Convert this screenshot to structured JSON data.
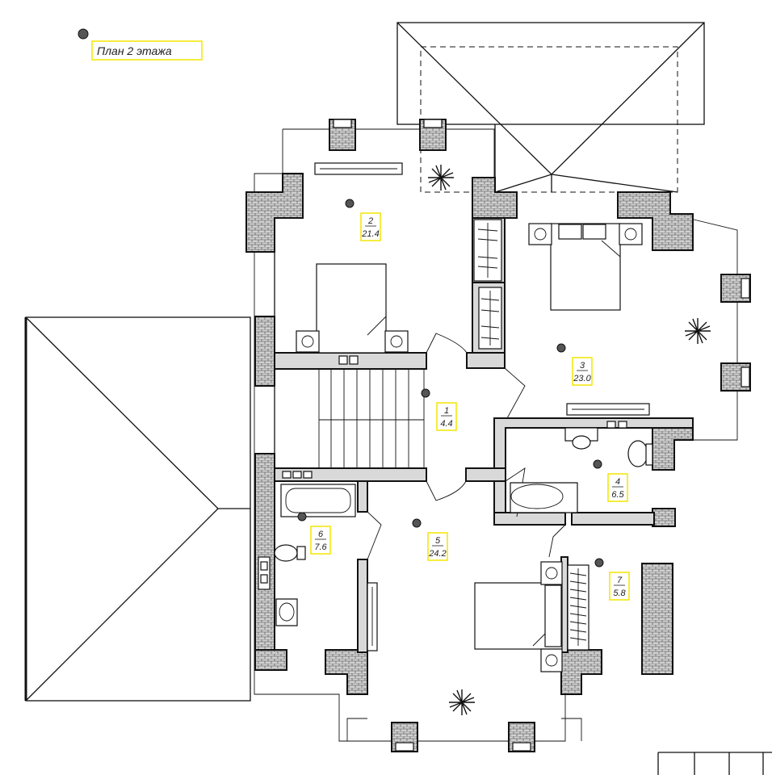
{
  "title": "План 2 этажа",
  "rooms": [
    {
      "id": "2",
      "number": "2",
      "area": "21.4"
    },
    {
      "id": "3",
      "number": "3",
      "area": "23.0"
    },
    {
      "id": "1",
      "number": "1",
      "area": "4.4"
    },
    {
      "id": "4",
      "number": "4",
      "area": "6.5"
    },
    {
      "id": "5",
      "number": "5",
      "area": "24.2"
    },
    {
      "id": "6",
      "number": "6",
      "area": "7.6"
    },
    {
      "id": "7",
      "number": "7",
      "area": "5.8"
    }
  ],
  "colors": {
    "line": "#111111",
    "wall_fill": "#d9d9d9",
    "label_border": "#f4e600",
    "marker": "#555555"
  },
  "icons": [
    "marker-pin-icon",
    "plant-icon",
    "bed-icon",
    "bathtub-icon",
    "toilet-icon",
    "sink-icon",
    "wardrobe-icon"
  ]
}
